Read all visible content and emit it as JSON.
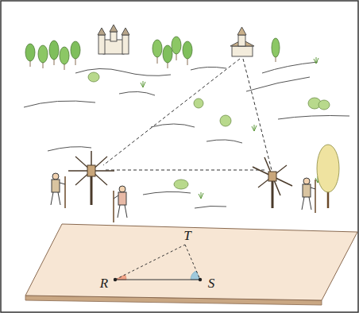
{
  "diagram": {
    "labels": [
      "T",
      "R",
      "S"
    ]
  }
}
